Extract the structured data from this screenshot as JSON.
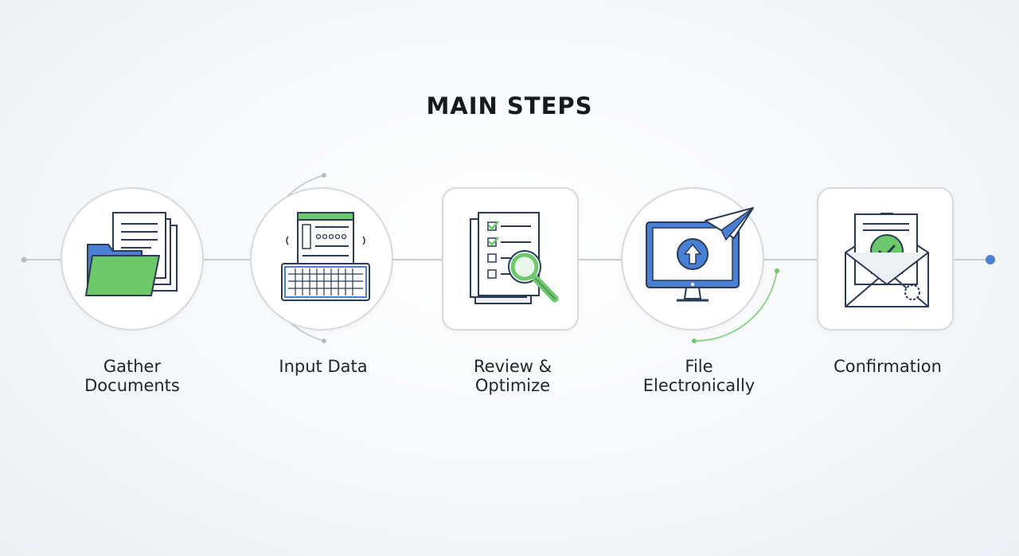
{
  "header": {
    "title": "MAIN STEPS"
  },
  "steps": [
    {
      "label": "Gather\nDocuments",
      "icon": "folder-documents-icon"
    },
    {
      "label": "Input Data",
      "icon": "keyboard-document-icon"
    },
    {
      "label": "Review &\nOptimize",
      "icon": "checklist-magnifier-icon"
    },
    {
      "label": "File\nElectronically",
      "icon": "monitor-upload-paper-plane-icon"
    },
    {
      "label": "Confirmation",
      "icon": "envelope-check-icon"
    }
  ],
  "colors": {
    "green": "#6cc86a",
    "blue": "#4a7fd6",
    "navy": "#2b3a55",
    "line": "#c9ced4"
  }
}
